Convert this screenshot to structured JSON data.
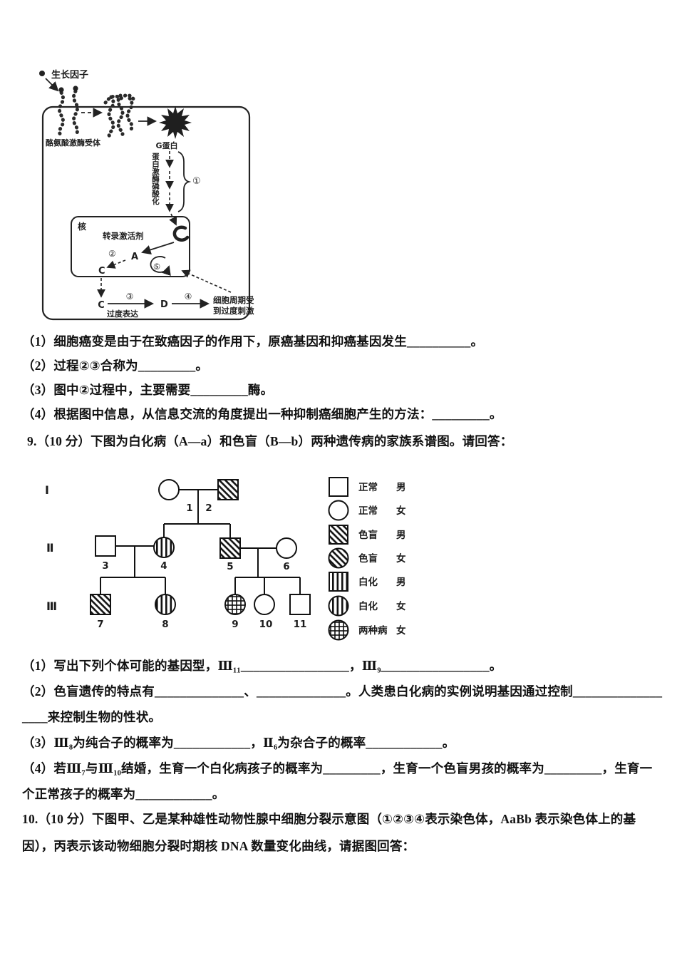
{
  "page": {
    "background": "#ffffff",
    "ink": "#111111"
  },
  "q8": {
    "diagram": {
      "growth_factor": "生长因子",
      "receptor_label": "酪氨酸激酶受体",
      "g_protein": "G蛋白",
      "cascade_label": "蛋白激酶磷酸化",
      "step1": "①",
      "nucleus_label": "核",
      "activator_label": "转录激活剂",
      "gene_a": "A",
      "step2": "②",
      "product_c": "C",
      "loop_step": "⑤",
      "cytoplasm_c": "C",
      "step3": "③",
      "overexpression": "过度表达",
      "protein_d": "D",
      "step4": "④",
      "effect_line1": "细胞周期受",
      "effect_line2": "到过度刺激"
    },
    "questions": [
      "（1）细胞癌变是由于在致癌因子的作用下，原癌基因和抑癌基因发生__________。",
      "（2）过程②③合称为_________。",
      "（3）图中②过程中，主要需要_________酶。",
      "（4）根据图中信息，从信息交流的角度提出一种抑制癌细胞产生的方法：_________。"
    ]
  },
  "q9": {
    "stem": "9.（10 分）下图为白化病（A—a）和色盲（B—b）两种遗传病的家族系谱图。请回答：",
    "pedigree": {
      "generations": [
        "Ⅰ",
        "Ⅱ",
        "Ⅲ"
      ],
      "numbers": [
        "1",
        "2",
        "3",
        "4",
        "5",
        "6",
        "7",
        "8",
        "9",
        "10",
        "11"
      ],
      "individuals": [
        {
          "id": "Ⅰ-1",
          "sex": "女",
          "phenotype": "正常"
        },
        {
          "id": "Ⅰ-2",
          "sex": "男",
          "phenotype": "色盲"
        },
        {
          "id": "Ⅱ-3",
          "sex": "男",
          "phenotype": "正常"
        },
        {
          "id": "Ⅱ-4",
          "sex": "女",
          "phenotype": "白化"
        },
        {
          "id": "Ⅱ-5",
          "sex": "男",
          "phenotype": "色盲"
        },
        {
          "id": "Ⅱ-6",
          "sex": "女",
          "phenotype": "正常"
        },
        {
          "id": "Ⅲ-7",
          "sex": "男",
          "phenotype": "色盲"
        },
        {
          "id": "Ⅲ-8",
          "sex": "女",
          "phenotype": "白化"
        },
        {
          "id": "Ⅲ-9",
          "sex": "女",
          "phenotype": "两种病"
        },
        {
          "id": "Ⅲ-10",
          "sex": "女",
          "phenotype": "正常"
        },
        {
          "id": "Ⅲ-11",
          "sex": "男",
          "phenotype": "正常"
        }
      ]
    },
    "legend": [
      {
        "shape": "square-empty",
        "disease": "正常",
        "sex": "男"
      },
      {
        "shape": "circle-empty",
        "disease": "正常",
        "sex": "女"
      },
      {
        "shape": "square-diagonal",
        "disease": "色盲",
        "sex": "男"
      },
      {
        "shape": "circle-diagonal",
        "disease": "色盲",
        "sex": "女"
      },
      {
        "shape": "square-vertical",
        "disease": "白化",
        "sex": "男"
      },
      {
        "shape": "circle-vertical",
        "disease": "白化",
        "sex": "女"
      },
      {
        "shape": "circle-cross",
        "disease": "两种病",
        "sex": "女"
      }
    ],
    "questions": [
      "（1）写出下列个体可能的基因型，Ⅲ₁₁_________________，Ⅲ₉_________________。",
      "（2）色盲遗传的特点有______________、______________。人类患白化病的实例说明基因通过控制______________",
      "____来控制生物的性状。",
      "（3）Ⅲ₈为纯合子的概率为____________，Ⅱ₆为杂合子的概率____________。",
      "（4）若Ⅲ₇与Ⅲ₁₀结婚，生育一个白化病孩子的概率为_________，生育一个色盲男孩的概率为_________，生育一",
      "个正常孩子的概率为____________。"
    ]
  },
  "q10": {
    "stem_line1": "10.（10 分）下图甲、乙是某种雄性动物性腺中细胞分裂示意图（①②③④表示染色体，AaBb 表示染色体上的基",
    "stem_line2": "因），丙表示该动物细胞分裂时期核 DNA 数量变化曲线，请据图回答："
  }
}
